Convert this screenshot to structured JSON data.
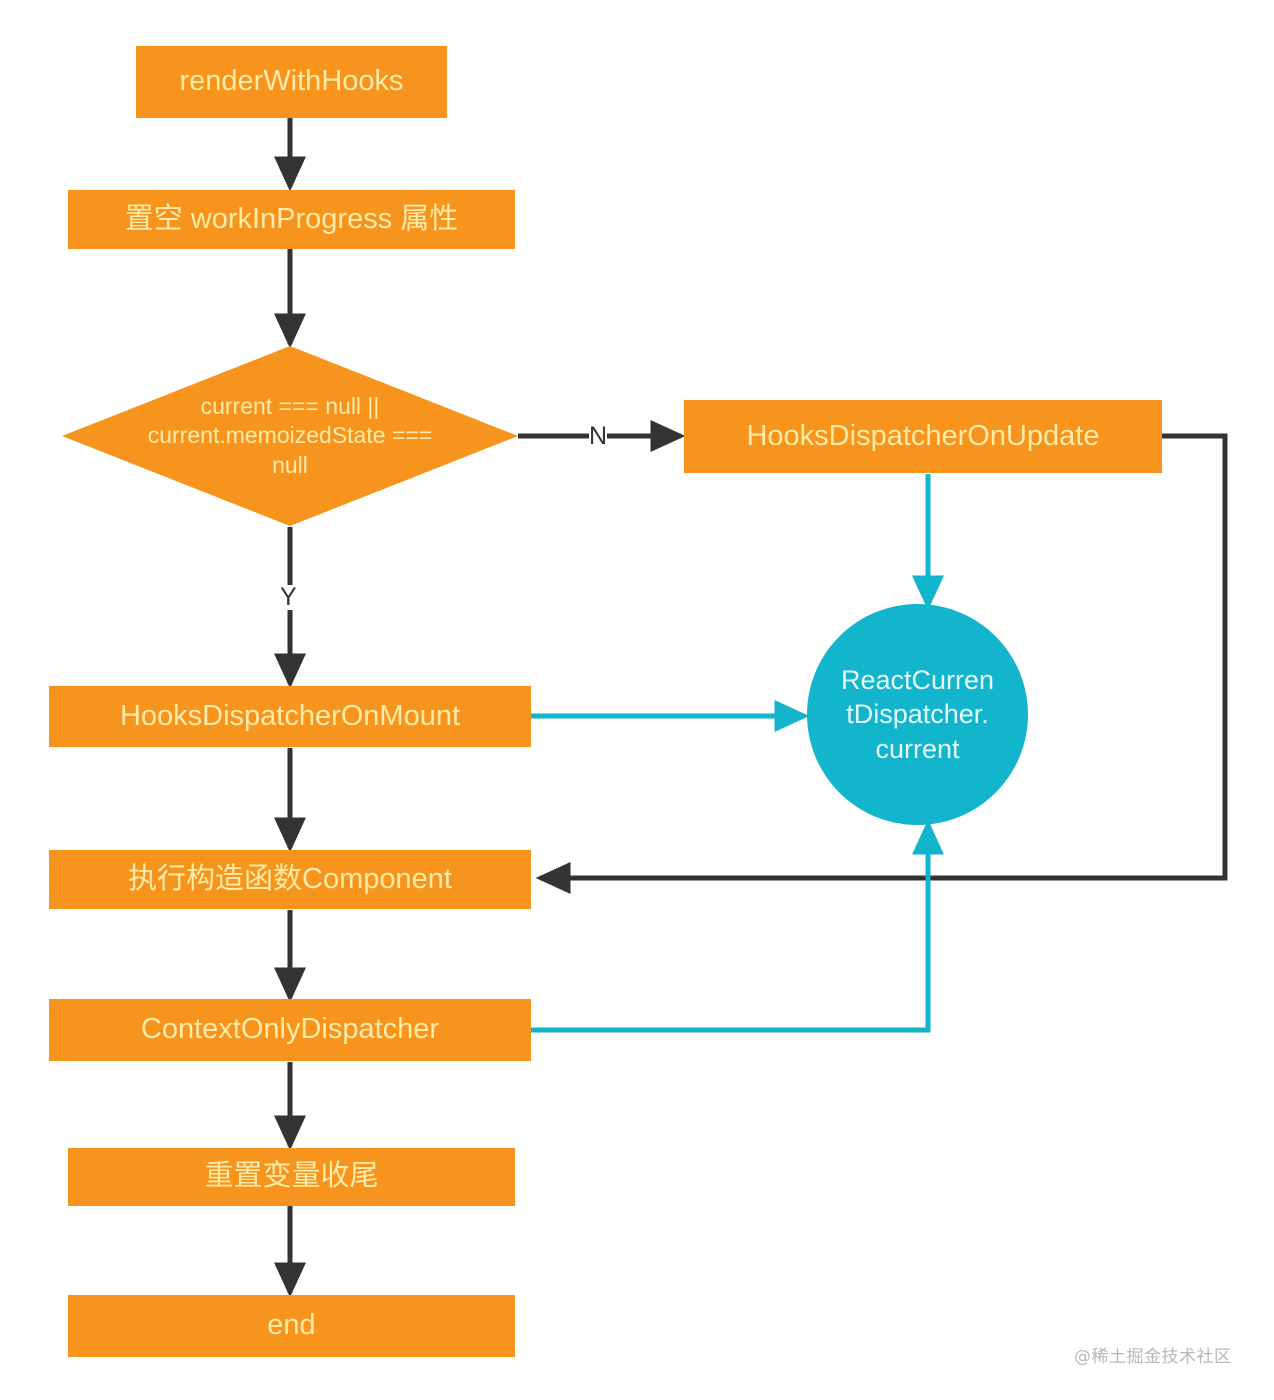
{
  "diagram": {
    "title": "renderWithHooks flowchart",
    "colors": {
      "node_fill": "#F7941D",
      "node_text": "#FFEBA8",
      "circle_fill": "#12B5CB",
      "circle_text": "#E6FAFD",
      "edge_black": "#333333",
      "edge_cyan": "#12B5CB",
      "background": "#FFFFFF",
      "watermark": "#B8B8B8"
    },
    "nodes": {
      "start": {
        "label": "renderWithHooks",
        "shape": "rect"
      },
      "clear_wip": {
        "label": "置空 workInProgress 属性",
        "shape": "rect"
      },
      "condition": {
        "shape": "diamond",
        "line1": "current === null ||",
        "line2": "current.memoizedState ===",
        "line3": "null"
      },
      "dispatcher_update": {
        "label": "HooksDispatcherOnUpdate",
        "shape": "rect"
      },
      "dispatcher_mount": {
        "label": "HooksDispatcherOnMount",
        "shape": "rect"
      },
      "react_current_dispatcher": {
        "shape": "circle",
        "line1": "ReactCurren",
        "line2": "tDispatcher.",
        "line3": "current"
      },
      "run_component": {
        "label": "执行构造函数Component",
        "shape": "rect"
      },
      "context_only_dispatcher": {
        "label": "ContextOnlyDispatcher",
        "shape": "rect"
      },
      "reset_vars": {
        "label": "重置变量收尾",
        "shape": "rect"
      },
      "end": {
        "label": "end",
        "shape": "rect"
      }
    },
    "edge_labels": {
      "no": "N",
      "yes": "Y"
    },
    "watermark": "@稀土掘金技术社区"
  }
}
